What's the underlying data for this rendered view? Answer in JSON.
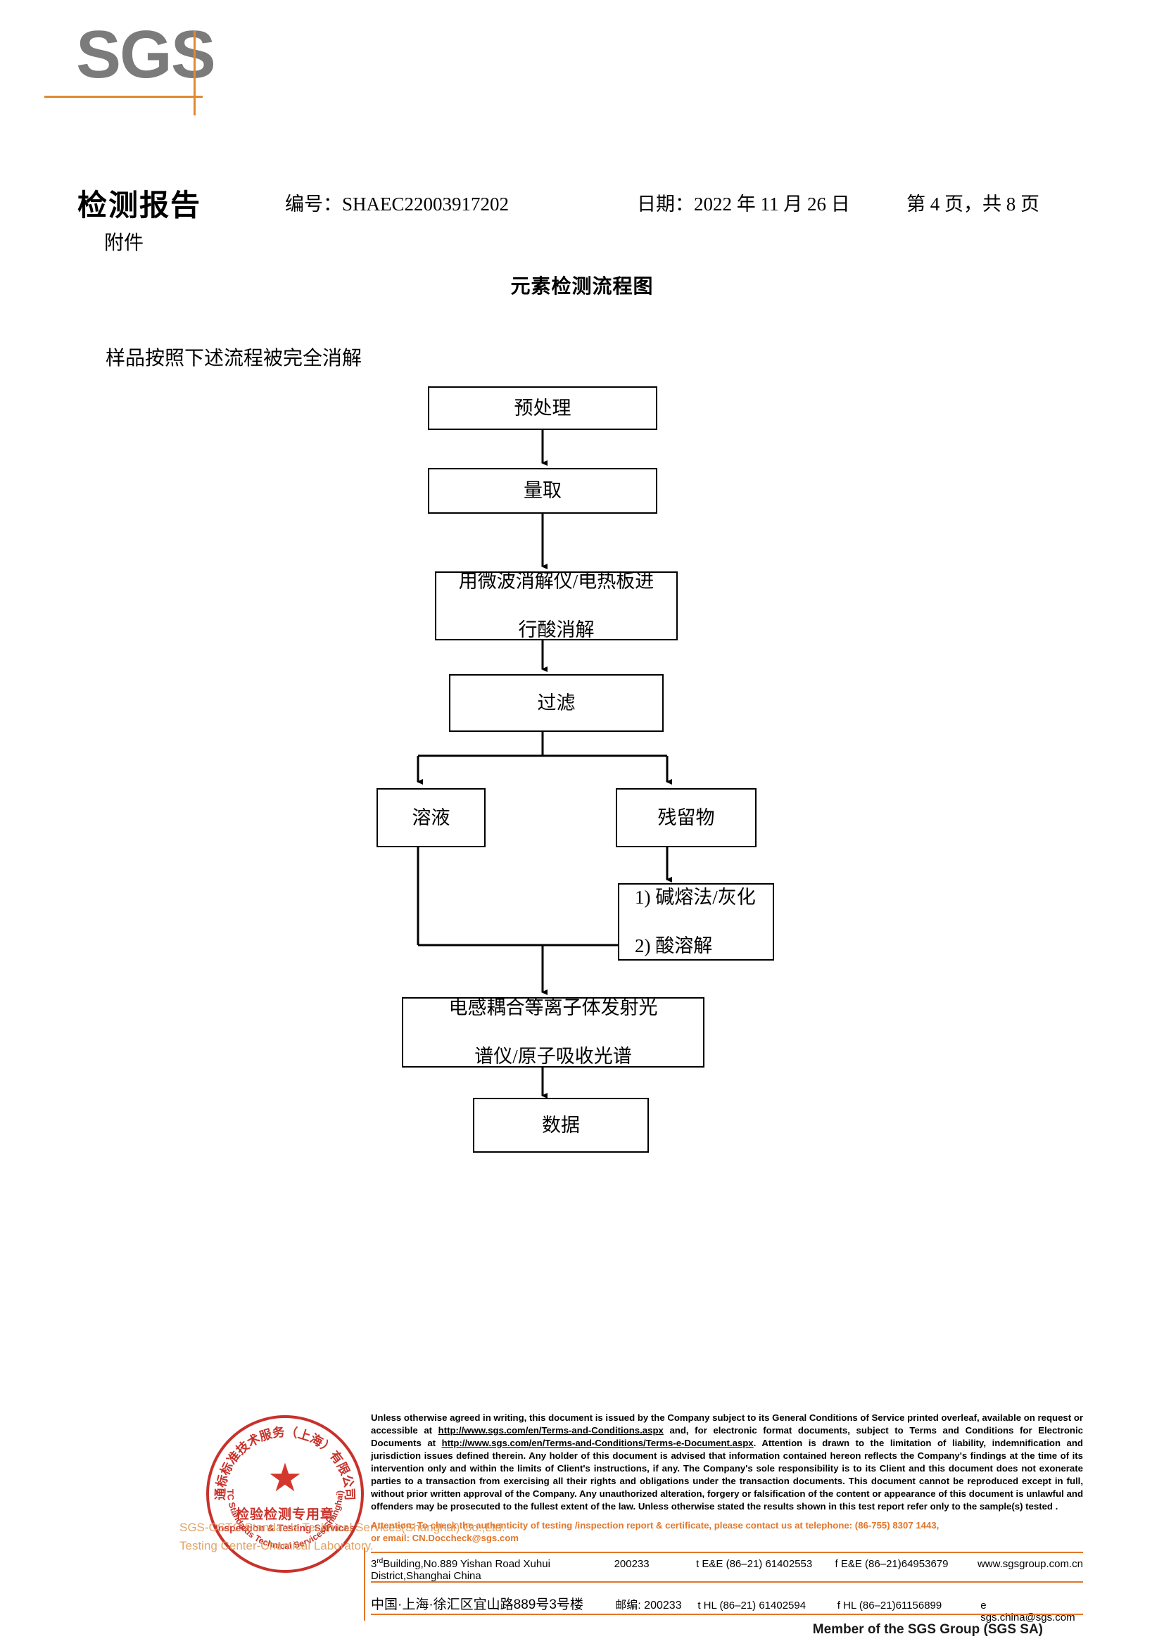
{
  "brand": {
    "logo_text": "SGS",
    "logo_color": "#7b7b7b",
    "accent_color": "#e08a32"
  },
  "header": {
    "title": "检测报告",
    "subtitle": "附件",
    "report_no": "编号：SHAEC22003917202",
    "date": "日期：2022 年 11 月 26 日",
    "page_info": "第 4 页，共 8 页"
  },
  "section": {
    "flow_title": "元素检测流程图",
    "intro": "样品按照下述流程被完全消解"
  },
  "flowchart": {
    "type": "flowchart",
    "nodes": [
      {
        "id": "n1",
        "label": "预处理"
      },
      {
        "id": "n2",
        "label": "量取"
      },
      {
        "id": "n3",
        "label": "用微波消解仪/电热板进",
        "label2": "行酸消解"
      },
      {
        "id": "n4",
        "label": "过滤"
      },
      {
        "id": "n5",
        "label": "溶液"
      },
      {
        "id": "n6",
        "label": "残留物"
      },
      {
        "id": "n7",
        "label": "1) 碱熔法/灰化",
        "label2": "2) 酸溶解"
      },
      {
        "id": "n8",
        "label": "电感耦合等离子体发射光",
        "label2": "谱仪/原子吸收光谱"
      },
      {
        "id": "n9",
        "label": "数据"
      }
    ],
    "edges": [
      {
        "from": "n1",
        "to": "n2"
      },
      {
        "from": "n2",
        "to": "n3"
      },
      {
        "from": "n3",
        "to": "n4"
      },
      {
        "from": "n4",
        "to": "n5"
      },
      {
        "from": "n4",
        "to": "n6"
      },
      {
        "from": "n6",
        "to": "n7"
      },
      {
        "from": "n5",
        "to": "n8"
      },
      {
        "from": "n7",
        "to": "n8"
      },
      {
        "from": "n8",
        "to": "n9"
      }
    ]
  },
  "stamp": {
    "arc_top": "通标标准技术服务（上海）有限公司",
    "arc_bottom": "SGS-CSTC Standards Technical Services(Shanghai) Co.,Ltd.",
    "center_cn": "检验检测专用章",
    "center_en": "Inspection & Testing Services",
    "star": "★",
    "color": "#c8322a"
  },
  "watermark": {
    "line1": "SGS-CSTC Standards Technical Services(Shanghai) Co.,Ltd.",
    "line2": "Testing Center-Chemical Laboratory."
  },
  "footer": {
    "legal_html": "Unless otherwise agreed in writing, this document is issued by the Company subject to its General Conditions of Service printed overleaf, available on request or accessible at <u>http://www.sgs.com/en/Terms-and-Conditions.aspx</u> and, for electronic format documents, subject to Terms and Conditions for Electronic Documents at <u>http://www.sgs.com/en/Terms-and-Conditions/Terms-e-Document.aspx</u>. Attention is drawn to the limitation of liability, indemnification and jurisdiction issues defined therein. Any holder of this document is advised that information contained hereon reflects the Company's findings at the time of its intervention only and within the limits of Client's instructions, if any. The Company's sole responsibility is to its Client and this document does not exonerate parties to a transaction from exercising all their rights and obligations under the transaction documents. This document cannot be reproduced except in full, without prior written approval of the Company. Any unauthorized alteration, forgery or falsification of the content or appearance of this document is unlawful and offenders may be prosecuted to the fullest extent of the law. Unless otherwise stated the results shown in this test report refer only to the sample(s) tested .",
    "attention_line1": "Attention: To check the authenticity of testing /inspection report & certificate, please contact us at telephone: (86-755) 8307 1443,",
    "attention_line2": "or email: CN.Doccheck@sgs.com",
    "address_en": "Building,No.889 Yishan Road Xuhui District,Shanghai China",
    "address_en_prefix": "3",
    "address_en_sup": "rd",
    "zip_en": "200233",
    "tel_en": "t E&E (86–21) 61402553",
    "fax_en": "f E&E (86–21)64953679",
    "web": "www.sgsgroup.com.cn",
    "address_cn": "中国·上海·徐汇区宜山路889号3号楼",
    "zip_cn_label": "邮编:",
    "zip_cn": "200233",
    "tel_cn": "t HL (86–21) 61402594",
    "fax_cn": "f HL (86–21)61156899",
    "email": "e  sgs.china@sgs.com",
    "member": "Member of the SGS Group (SGS SA)"
  }
}
